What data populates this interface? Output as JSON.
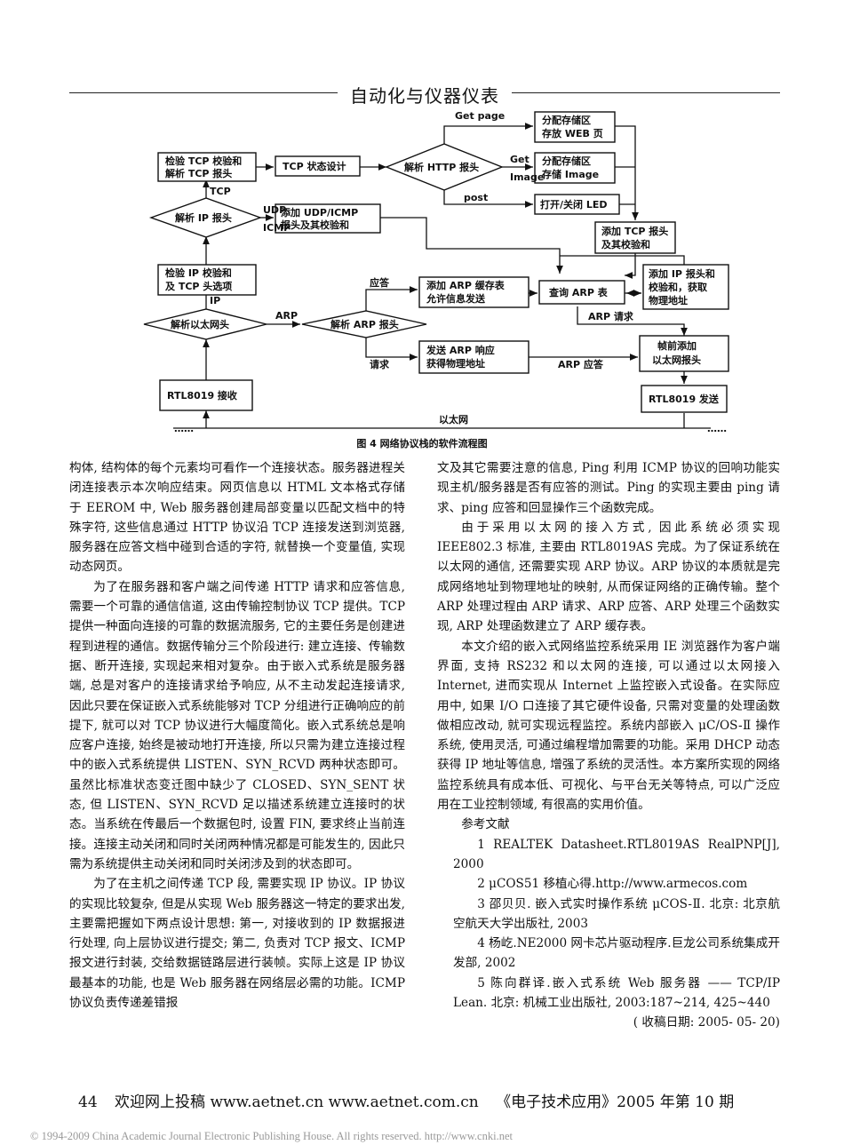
{
  "header": {
    "title": "自动化与仪器仪表"
  },
  "figure": {
    "caption": "图 4 网络协议栈的软件流程图",
    "nodes": {
      "check_tcp": [
        "检验 TCP 校验和",
        "解析 TCP 报头"
      ],
      "tcp_state": "TCP 状态设计",
      "parse_http": "解析 HTTP 报头",
      "alloc_web": [
        "分配存储区",
        "存放 WEB 页"
      ],
      "alloc_img": [
        "分配存储区",
        "存储 Image"
      ],
      "led": "打开/关闭 LED",
      "add_tcp": [
        "添加 TCP 报头",
        "及其校验和"
      ],
      "parse_ip": "解析 IP 报头",
      "add_udp": [
        "添加 UDP/ICMP",
        "报头及其校验和"
      ],
      "check_ip": [
        "检验 IP 校验和",
        "及 TCP 头选项"
      ],
      "add_arp_cache": [
        "添加 ARP 缓存表",
        "允许信息发送"
      ],
      "query_arp": "查询 ARP 表",
      "add_ip": [
        "添加 IP 报头和",
        "校验和，获取",
        "物理地址"
      ],
      "parse_eth": "解析以太网头",
      "parse_arp": "解析 ARP 报头",
      "send_arp": [
        "发送 ARP 响应",
        "获得物理地址"
      ],
      "add_eth": [
        "帧前添加",
        "以太网报头"
      ],
      "rx": "RTL8019 接收",
      "tx": "RTL8019 发送"
    },
    "edge_labels": {
      "get_page": "Get page",
      "get": "Get",
      "image": "Image",
      "post": "post",
      "tcp": "TCP",
      "udp": "UDP",
      "icmp": "ICMP",
      "ip": "IP",
      "arp": "ARP",
      "answer": "应答",
      "request": "请求",
      "arp_request": "ARP 请求",
      "arp_answer": "ARP 应答",
      "ethernet": "以太网",
      "dots_left": "……",
      "dots_right": "……"
    }
  },
  "left_column": [
    "构体, 结构体的每个元素均可看作一个连接状态。服务器进程关闭连接表示本次响应结束。网页信息以 HTML 文本格式存储于 EEROM 中, Web 服务器创建局部变量以匹配文档中的特殊字符, 这些信息通过 HTTP 协议沿 TCP 连接发送到浏览器, 服务器在应答文档中碰到合适的字符, 就替换一个变量值, 实现动态网页。",
    "为了在服务器和客户端之间传递 HTTP 请求和应答信息, 需要一个可靠的通信信道, 这由传输控制协议 TCP 提供。TCP 提供一种面向连接的可靠的数据流服务, 它的主要任务是创建进程到进程的通信。数据传输分三个阶段进行: 建立连接、传输数据、断开连接, 实现起来相对复杂。由于嵌入式系统是服务器端, 总是对客户的连接请求给予响应, 从不主动发起连接请求, 因此只要在保证嵌入式系统能够对 TCP 分组进行正确响应的前提下, 就可以对 TCP 协议进行大幅度简化。嵌入式系统总是响应客户连接, 始终是被动地打开连接, 所以只需为建立连接过程中的嵌入式系统提供 LISTEN、SYN_RCVD 两种状态即可。虽然比标准状态变迁图中缺少了 CLOSED、SYN_SENT 状态, 但 LISTEN、SYN_RCVD 足以描述系统建立连接时的状态。当系统在传最后一个数据包时, 设置 FIN, 要求终止当前连接。连接主动关闭和同时关闭两种情况都是可能发生的, 因此只需为系统提供主动关闭和同时关闭涉及到的状态即可。",
    "为了在主机之间传递 TCP 段, 需要实现 IP 协议。IP 协议的实现比较复杂, 但是从实现 Web 服务器这一特定的要求出发, 主要需把握如下两点设计思想: 第一, 对接收到的 IP 数据报进行处理, 向上层协议进行提交; 第二, 负责对 TCP 报文、ICMP 报文进行封装, 交给数据链路层进行装帧。实际上这是 IP 协议最基本的功能, 也是 Web 服务器在网络层必需的功能。ICMP 协议负责传递差错报"
  ],
  "right_column": {
    "continuation": "文及其它需要注意的信息, Ping 利用 ICMP 协议的回响功能实现主机/服务器是否有应答的测试。Ping 的实现主要由 ping 请求、ping 应答和回显操作三个函数完成。",
    "paragraphs": [
      "由于采用以太网的接入方式, 因此系统必须实现 IEEE802.3 标准, 主要由 RTL8019AS 完成。为了保证系统在以太网的通信, 还需要实现 ARP 协议。ARP 协议的本质就是完成网络地址到物理地址的映射, 从而保证网络的正确传输。整个 ARP 处理过程由 ARP 请求、ARP 应答、ARP 处理三个函数实现, ARP 处理函数建立了 ARP 缓存表。",
      "本文介绍的嵌入式网络监控系统采用 IE 浏览器作为客户端界面, 支持 RS232 和以太网的连接, 可以通过以太网接入 Internet, 进而实现从 Internet 上监控嵌入式设备。在实际应用中, 如果 I/O 口连接了其它硬件设备, 只需对变量的处理函数做相应改动, 就可实现远程监控。系统内部嵌入 μC/OS-Ⅱ 操作系统, 使用灵活, 可通过编程增加需要的功能。采用 DHCP 动态获得 IP 地址等信息, 增强了系统的灵活性。本方案所实现的网络监控系统具有成本低、可视化、与平台无关等特点, 可以广泛应用在工业控制领域, 有很高的实用价值。"
    ],
    "refs_title": "参考文献",
    "references": [
      "1 REALTEK Datasheet.RTL8019AS RealPNP[J], 2000",
      "2 μCOS51 移植心得.http://www.armecos.com",
      "3 邵贝贝. 嵌入式实时操作系统 μCOS-Ⅱ. 北京: 北京航空航天大学出版社, 2003",
      "4 杨屹.NE2000 网卡芯片驱动程序.巨龙公司系统集成开发部, 2002",
      "5 陈向群译.嵌入式系统 Web 服务器 —— TCP/IP Lean. 北京: 机械工业出版社, 2003:187~214, 425~440"
    ],
    "received": "( 收稿日期: 2005- 05- 20)"
  },
  "footer": {
    "page_no": "44",
    "submit": "欢迎网上投稿 www.aetnet.cn  www.aetnet.com.cn",
    "journal": "《电子技术应用》2005 年第 10 期"
  },
  "copyright": "© 1994-2009 China Academic Journal Electronic Publishing House. All rights reserved.    http://www.cnki.net"
}
